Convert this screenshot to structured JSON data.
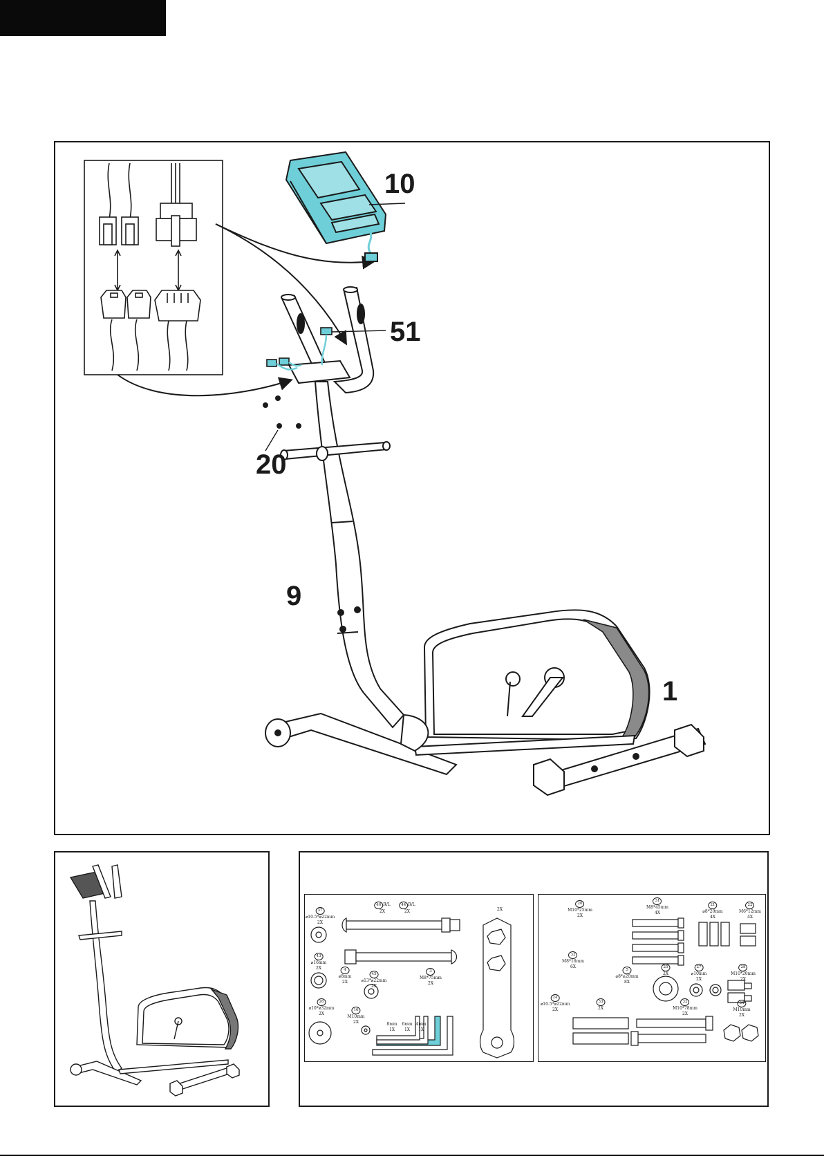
{
  "callouts": {
    "console": "10",
    "connector": "51",
    "screws": "20",
    "handlebar_post": "9",
    "main_frame": "1"
  },
  "hardware": {
    "left": [
      {
        "num": "37",
        "spec": "⌀10.5*⌀22mm",
        "qty": "2X"
      },
      {
        "num": "43",
        "spec": "⌀16mm",
        "qty": "2X"
      },
      {
        "num": "26",
        "spec": "⌀10*⌀32mm",
        "qty": "2X"
      },
      {
        "num": "40",
        "suffix": "R/L",
        "qty": "2X"
      },
      {
        "num": "44",
        "suffix": "R/L",
        "qty": "2X"
      },
      {
        "num": "4",
        "spec": "⌀8mm",
        "qty": "2X"
      },
      {
        "num": "45",
        "spec": "⌀13*⌀22mm",
        "qty": "2X"
      },
      {
        "num": "16",
        "spec": "M10mm",
        "qty": "2X"
      },
      {
        "num": "3",
        "spec": "M8*75mm",
        "qty": "2X"
      },
      {
        "tool": "8mm",
        "qty": "1X"
      },
      {
        "tool": "6mm",
        "qty": "1X"
      },
      {
        "tool": "4mm",
        "qty": "1X"
      },
      {
        "wrench_qty": "2X"
      }
    ],
    "right": [
      {
        "num": "20",
        "spec": "M10*25mm",
        "qty": "2X"
      },
      {
        "num": "31",
        "spec": "M8*45mm",
        "qty": "4X"
      },
      {
        "num": "21",
        "spec": "⌀8*20mm",
        "qty": "4X"
      },
      {
        "num": "22",
        "spec": "M6*12mm",
        "qty": "4X"
      },
      {
        "num": "32",
        "spec": "M8*16mm",
        "qty": "6X"
      },
      {
        "num": "5",
        "spec": "⌀8*⌀20mm",
        "qty": "8X"
      },
      {
        "num": "25",
        "qty": "2X"
      },
      {
        "num": "27",
        "spec": "⌀10mm",
        "qty": "2X"
      },
      {
        "num": "28",
        "spec": "M10*20mm",
        "qty": "2X"
      },
      {
        "num": "24",
        "spec": "⌀10.5*⌀22mm",
        "qty": "2X"
      },
      {
        "num": "33",
        "qty": "2X"
      },
      {
        "num": "32",
        "spec": "M10*78mm",
        "qty": "2X"
      },
      {
        "num": "34",
        "spec": "M10mm",
        "qty": "2X"
      }
    ]
  },
  "colors": {
    "accent": "#6fcfd8",
    "line": "#1a1a1a"
  }
}
